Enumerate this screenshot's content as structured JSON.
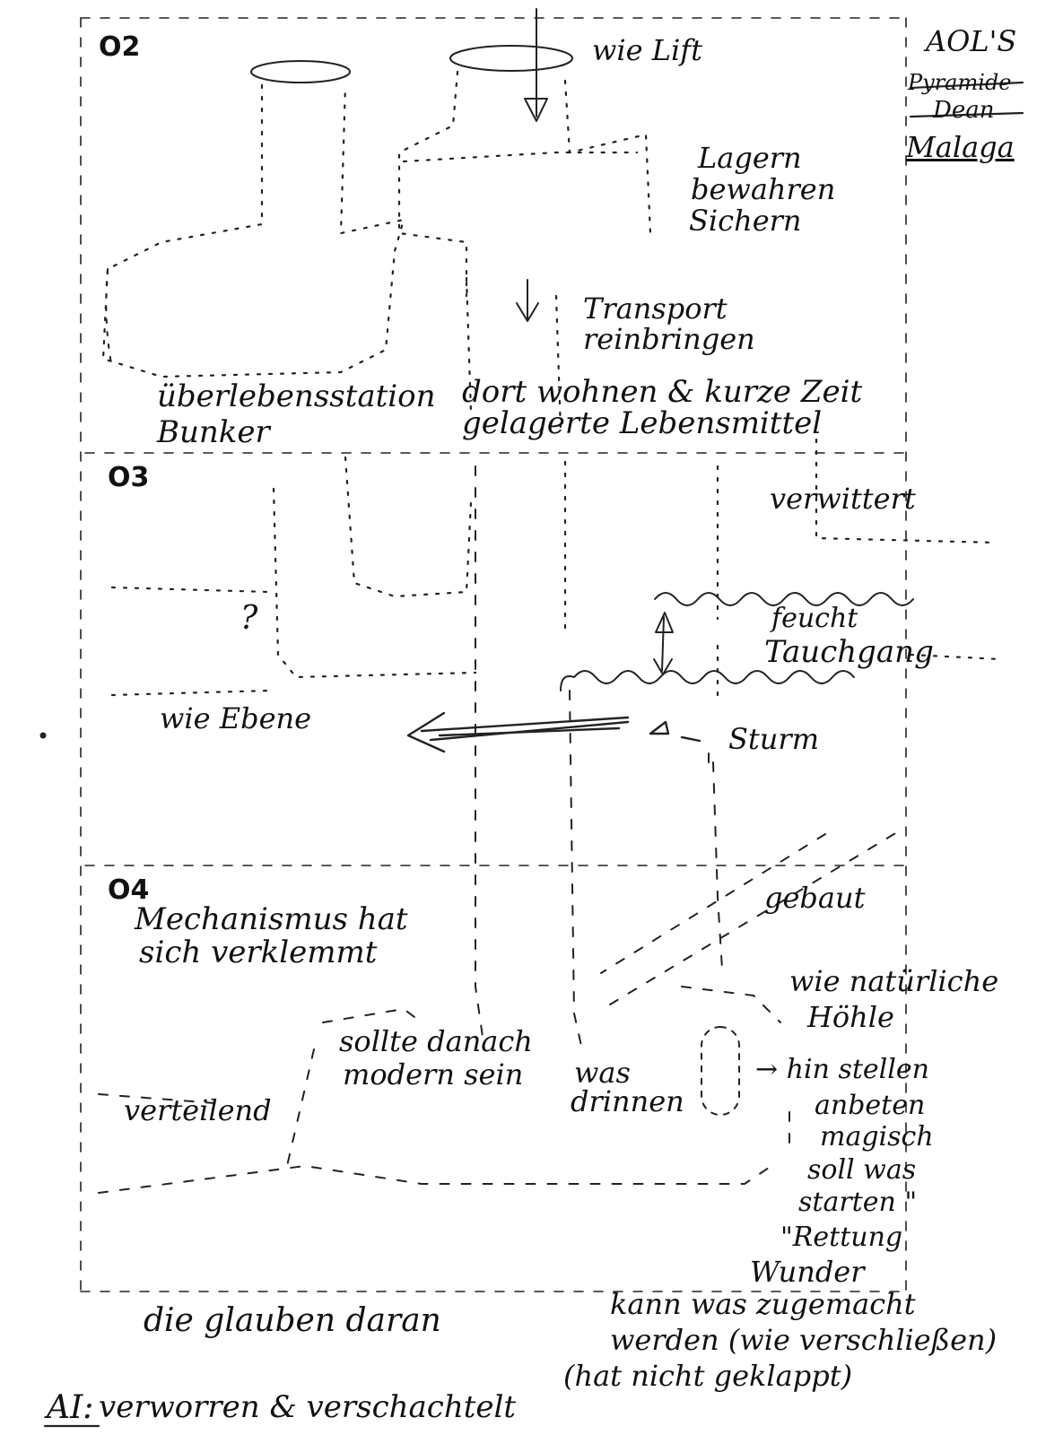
{
  "frames": [
    {
      "id": "O2"
    },
    {
      "id": "O3"
    },
    {
      "id": "O4"
    }
  ],
  "notes": {
    "wie_lift": "wie Lift",
    "aols": "AOL'S",
    "pyramide": "Pyramide",
    "dean": "Dean",
    "malaga": "Malaga",
    "lagern": "Lagern",
    "bewahren": "bewahren",
    "sichern": "Sichern",
    "transport": "Transport",
    "reinbringen": "reinbringen",
    "ueberlebensstation": "überlebensstation",
    "bunker": "Bunker",
    "dort_wohnen": "dort wohnen & kurze Zeit",
    "gelagerte": "gelagerte Lebensmittel",
    "verwittert": "verwittert",
    "question": "?",
    "feucht": "feucht",
    "tauchgang": "Tauchgang",
    "wie_ebene": "wie Ebene",
    "sturm": "Sturm",
    "gebaut": "gebaut",
    "mechanismus": "Mechanismus hat",
    "sich_verklemmt": "sich verklemmt",
    "wie_natuerliche": "wie natürliche",
    "hoehle": "Höhle",
    "sollte_danach": "sollte danach",
    "modern_sein": "modern sein",
    "was": "was",
    "drinnen": "drinnen",
    "verteilend": "verteilend",
    "hin_stellen": "→ hin stellen",
    "anbeten": "anbeten",
    "magisch": "magisch",
    "soll_was": "soll was",
    "starten": "starten \"",
    "rettung": "\"Rettung",
    "wunder": "Wunder",
    "glauben": "die glauben daran",
    "ai_label": "AI:",
    "verworren": "verworren & verschachtelt",
    "kann_was": "kann was zugemacht",
    "werden": "werden (wie verschließen)",
    "hat_nicht": "(hat nicht geklappt)"
  }
}
